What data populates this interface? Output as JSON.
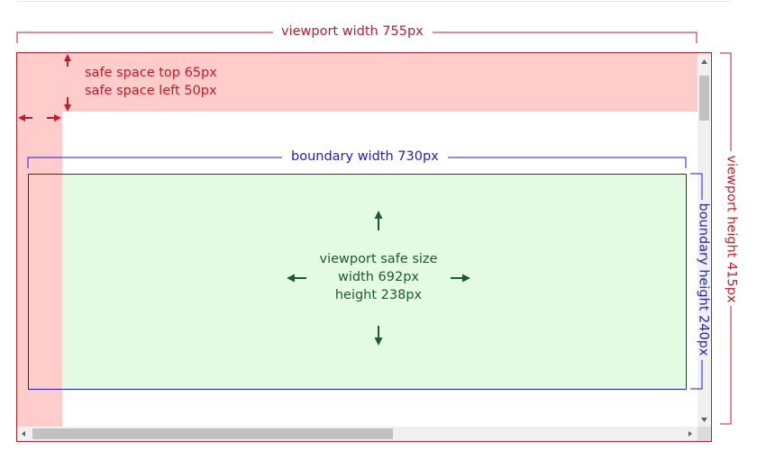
{
  "labels": {
    "viewport_width": "viewport width 755px",
    "viewport_height": "viewport height 415px",
    "safe_top": "safe space top 65px",
    "safe_left": "safe space left 50px",
    "boundary_width": "boundary width 730px",
    "boundary_height": "boundary height 240px",
    "safe_size_title": "viewport safe size",
    "safe_size_width": "width 692px",
    "safe_size_height": "height 238px"
  },
  "colors": {
    "viewport": "#c01c28",
    "safe_space": "#ffcccc",
    "boundary": "#1c1cd6",
    "safe_area": "#e3fbe3",
    "safe_arrows": "#1d5a2e"
  },
  "icons": {
    "scroll_up": "scroll-up-icon",
    "scroll_down": "scroll-down-icon",
    "scroll_left": "scroll-left-icon",
    "scroll_right": "scroll-right-icon"
  }
}
